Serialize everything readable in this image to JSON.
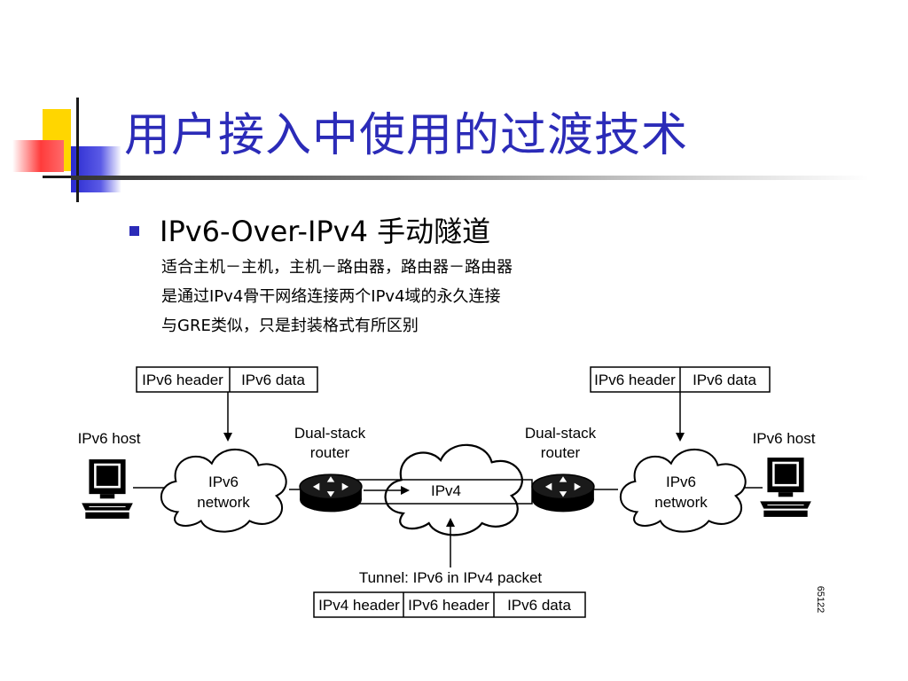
{
  "slide": {
    "title": "用户接入中使用的过渡技术",
    "bullet": {
      "heading": "IPv6-Over-IPv4 手动隧道",
      "lines": [
        "适合主机－主机，主机－路由器，路由器－路由器",
        "是通过IPv4骨干网络连接两个IPv4域的永久连接",
        "与GRE类似，只是封装格式有所区别"
      ]
    }
  },
  "diagram": {
    "left_packet": {
      "fields": [
        "IPv6 header",
        "IPv6 data"
      ]
    },
    "right_packet": {
      "fields": [
        "IPv6 header",
        "IPv6 data"
      ]
    },
    "bottom_packet": {
      "fields": [
        "IPv4 header",
        "IPv6 header",
        "IPv6 data"
      ]
    },
    "left_host": {
      "label": "IPv6 host"
    },
    "right_host": {
      "label": "IPv6 host"
    },
    "left_network": {
      "line1": "IPv6",
      "line2": "network"
    },
    "right_network": {
      "line1": "IPv6",
      "line2": "network"
    },
    "center_network": {
      "label": "IPv4"
    },
    "left_router": {
      "line1": "Dual-stack",
      "line2": "router"
    },
    "right_router": {
      "line1": "Dual-stack",
      "line2": "router"
    },
    "tunnel_label": "Tunnel: IPv6 in IPv4 packet",
    "figure_id": "65122"
  }
}
